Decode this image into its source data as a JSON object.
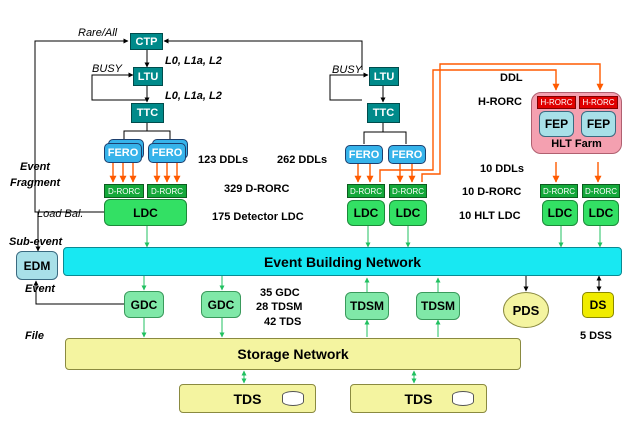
{
  "nodes": {
    "ctp": "CTP",
    "ltu": "LTU",
    "ttc": "TTC",
    "fero": "FERO",
    "d_rorc": "D-RORC",
    "ldc": "LDC",
    "h_rorc": "H-RORC",
    "fep": "FEP",
    "hlt_farm": "HLT Farm",
    "edm": "EDM",
    "event_building_network": "Event Building Network",
    "gdc": "GDC",
    "tdsm": "TDSM",
    "pds": "PDS",
    "ds": "DS",
    "storage_network": "Storage Network",
    "tds": "TDS"
  },
  "labels": {
    "rare_all": "Rare/All",
    "trigger_signals": "L0, L1a, L2",
    "busy": "BUSY",
    "event_fragment_1": "Event",
    "event_fragment_2": "Fragment",
    "load_bal": "Load Bal.",
    "sub_event": "Sub-event",
    "event": "Event",
    "file": "File",
    "ddl": "DDL",
    "h_rorc_label": "H-RORC"
  },
  "stats": {
    "ddls_123": "123 DDLs",
    "ddls_262": "262 DDLs",
    "d_rorc_329": "329 D-RORC",
    "detector_ldc_175": "175 Detector LDC",
    "ddls_10": "10 DDLs",
    "d_rorc_10": "10 D-RORC",
    "hlt_ldc_10": "10 HLT LDC",
    "gdc_35": "35 GDC",
    "tdsm_28": "28 TDSM",
    "tds_42": "42 TDS",
    "dss_5": "5 DSS"
  },
  "colors": {
    "trigger": "#008a8a",
    "fero": "#36b3ea",
    "d_rorc": "#14a83a",
    "ldc": "#33e064",
    "gdc": "#80e8a8",
    "h_rorc": "#e00000",
    "ebn": "#18e8f2",
    "storage": "#f4f4a0",
    "ds": "#f0ec00",
    "data_link": "#ff5a00",
    "network_link": "#20c060"
  }
}
